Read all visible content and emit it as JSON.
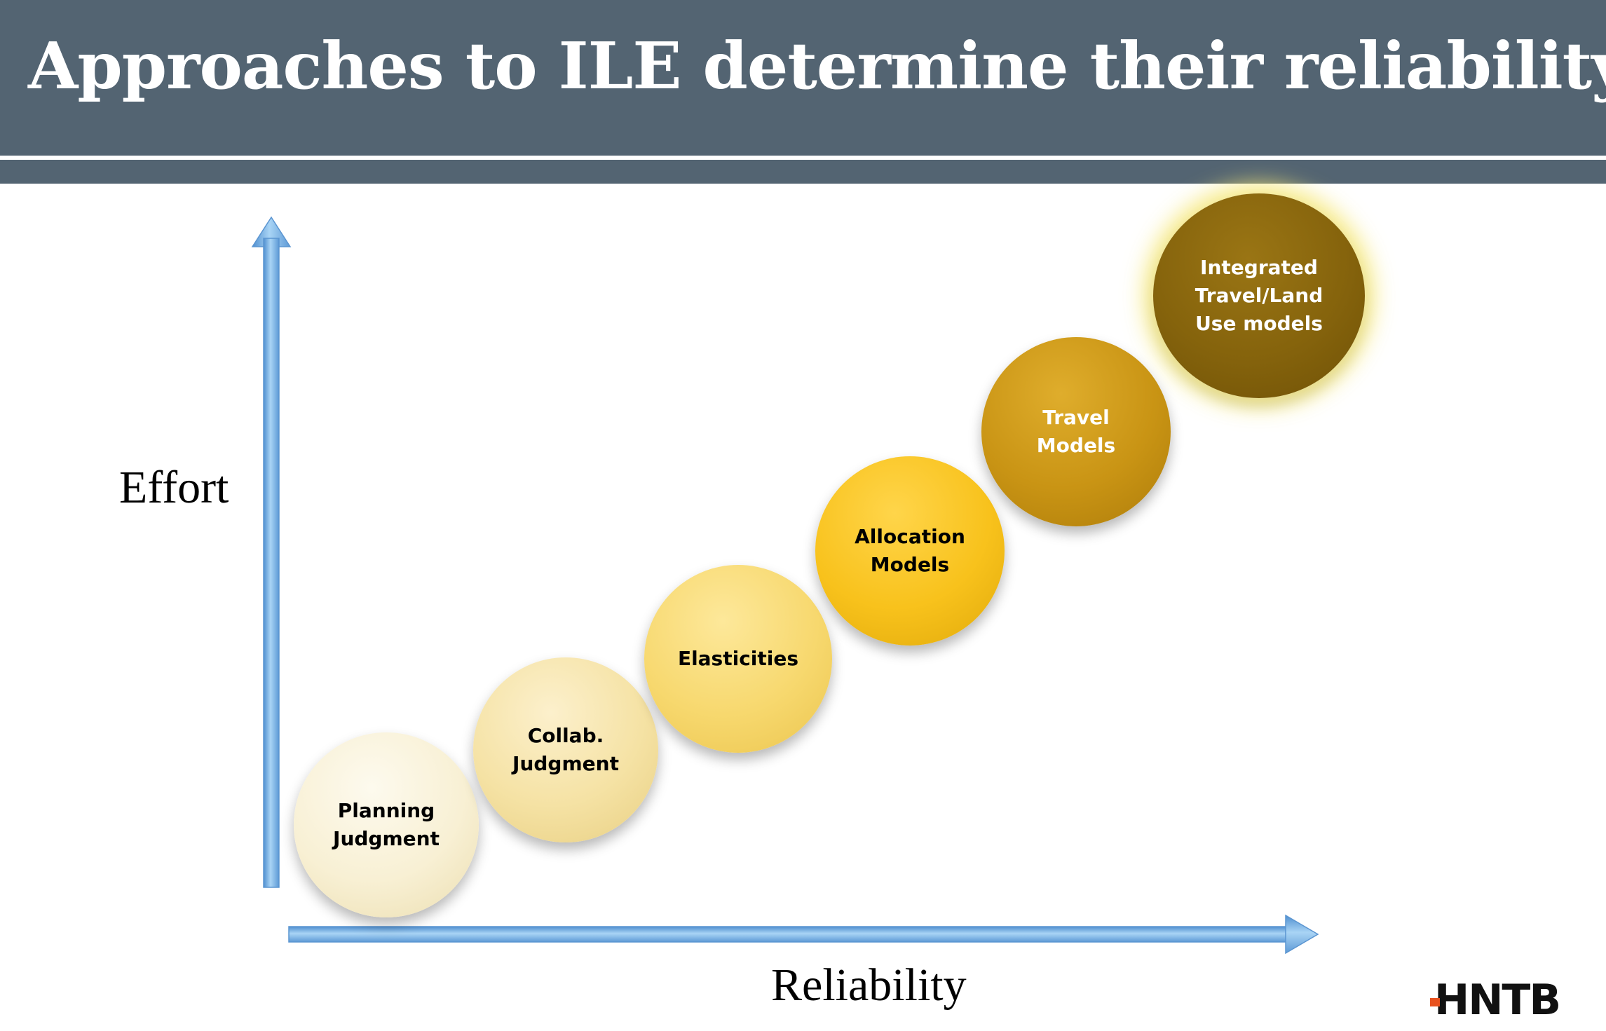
{
  "slide": {
    "title": "Approaches to ILE determine their reliability"
  },
  "axes": {
    "y_label": "Effort",
    "x_label": "Reliability",
    "arrow_color": "#7fb8e6"
  },
  "approaches": [
    {
      "label": "Planning\nJudgment",
      "color": "#f8f0d4"
    },
    {
      "label": "Collab.\nJudgment",
      "color": "#f5e2a4"
    },
    {
      "label": "Elasticities",
      "color": "#f7d86e"
    },
    {
      "label": "Allocation\nModels",
      "color": "#f8c21c"
    },
    {
      "label": "Travel\nModels",
      "color": "#c99414"
    },
    {
      "label": "Integrated\nTravel/Land\nUse models",
      "color": "#85630c"
    }
  ],
  "logo": {
    "text": "HNTB",
    "accent_color": "#e8521f"
  }
}
